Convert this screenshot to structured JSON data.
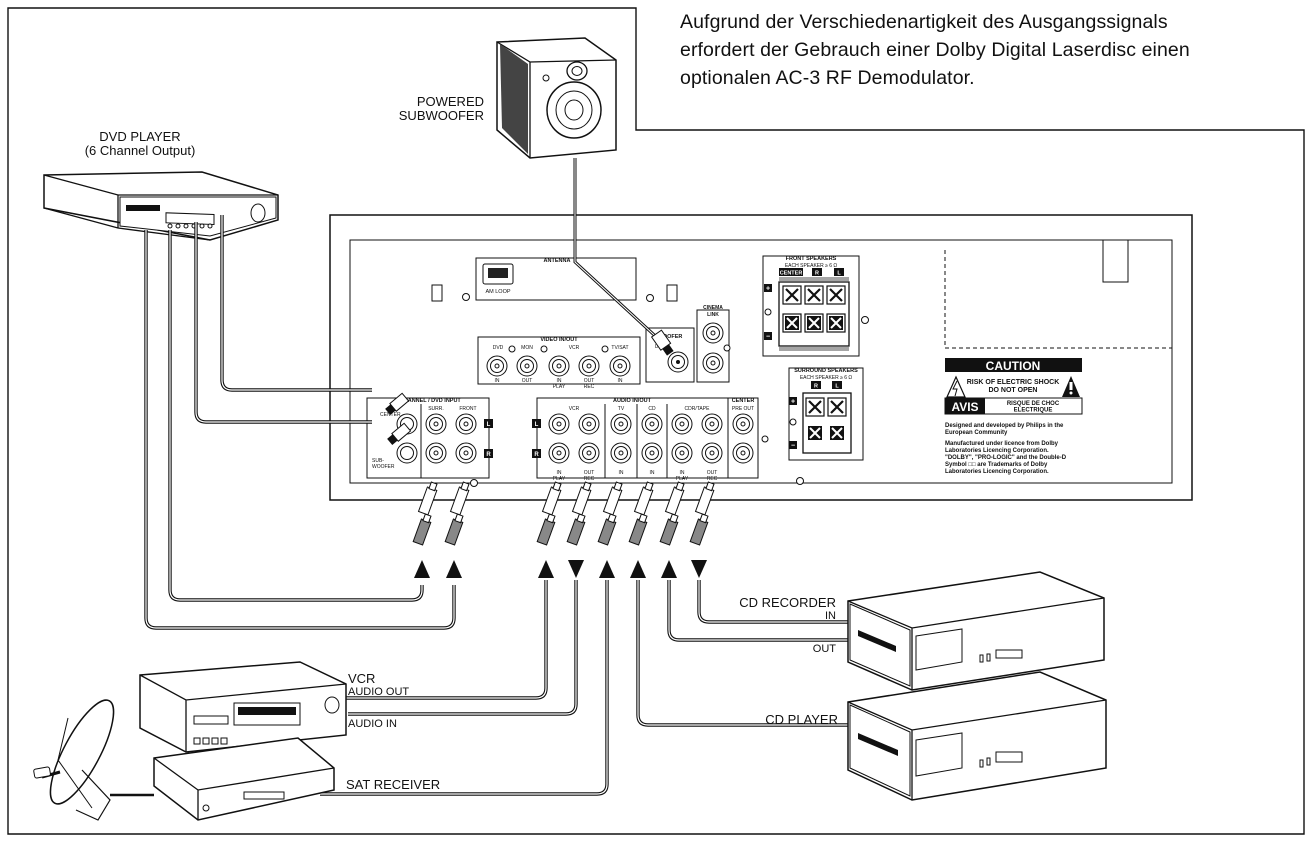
{
  "note": {
    "lines": [
      "Aufgrund der Verschiedenartigkeit des Ausgangssignals",
      "erfordert der Gebrauch einer Dolby Digital Laserdisc einen",
      "optionalen AC-3 RF Demodulator."
    ]
  },
  "devices": {
    "subwoofer": {
      "line1": "POWERED",
      "line2": "SUBWOOFER"
    },
    "dvd": {
      "line1": "DVD PLAYER",
      "line2": "(6 Channel Output)"
    },
    "vcr": {
      "title": "VCR",
      "out": "AUDIO OUT",
      "in": "AUDIO IN"
    },
    "sat": {
      "title": "SAT RECEIVER"
    },
    "cdr": {
      "title": "CD RECORDER",
      "in": "IN",
      "out": "OUT"
    },
    "cdp": {
      "title": "CD PLAYER"
    }
  },
  "panel": {
    "antenna": "ANTENNA",
    "am_loop": "AM LOOP",
    "video_io": "VIDEO IN/OUT",
    "video_dvd": "DVD",
    "video_mon": "MON",
    "video_vcr": "VCR",
    "video_tvsat": "TV/SAT",
    "video_in1": "IN",
    "video_out1": "OUT",
    "video_in_play": "IN",
    "video_play": "PLAY",
    "video_out_rec": "OUT",
    "video_rec": "REC",
    "video_in2": "IN",
    "woofer": "WOOFER",
    "woofer_out": "UT",
    "cinema": "CINEMA",
    "link": "LINK",
    "front_speakers": "FRONT SPEAKERS",
    "front_each": "EACH SPEAKER ≥ 6 Ω",
    "center": "CENTER",
    "r": "R",
    "l": "L",
    "plus": "+",
    "minus": "−",
    "surround_speakers": "SURROUND SPEAKERS",
    "surround_each": "EACH SPEAKER ≥ 6 Ω",
    "six_ch": "6 CHANNEL / DVD INPUT",
    "six_center": "CENTER",
    "six_surr": "SURR.",
    "six_front": "FRONT",
    "six_sub1": "SUB-",
    "six_sub2": "WOOFER",
    "audio_io": "AUDIO IN/OUT",
    "audio_vcr": "VCR",
    "audio_tv": "TV",
    "audio_cd": "CD",
    "audio_cdr": "CDR/TAPE",
    "audio_center": "CENTER",
    "audio_preout": "PRE OUT",
    "audio_in_play1": "IN",
    "audio_play1": "PLAY",
    "audio_out_rec1": "OUT",
    "audio_rec1": "REC",
    "audio_in_tv": "IN",
    "audio_in_cd": "IN",
    "audio_in_play2": "IN",
    "audio_play2": "PLAY",
    "audio_out_rec2": "OUT",
    "audio_rec2": "REC",
    "caution": "CAUTION",
    "shock1": "RISK OF ELECTRIC SHOCK",
    "shock2": "DO NOT OPEN",
    "avis": "AVIS",
    "avis1": "RISQUE DE CHOC",
    "avis2": "ELECTRIQUE",
    "design1": "Designed and developed by Philips in the",
    "design2": "European Community",
    "lic1": "Manufactured under licence from Dolby",
    "lic2": "Laboratories Licencing Corporation.",
    "lic3": "\"DOLBY\", \"PRO-LOGIC\" and the Double-D",
    "lic4": "Symbol □□ are Trademarks of Dolby",
    "lic5": "Laboratories Licencing Corporation."
  }
}
